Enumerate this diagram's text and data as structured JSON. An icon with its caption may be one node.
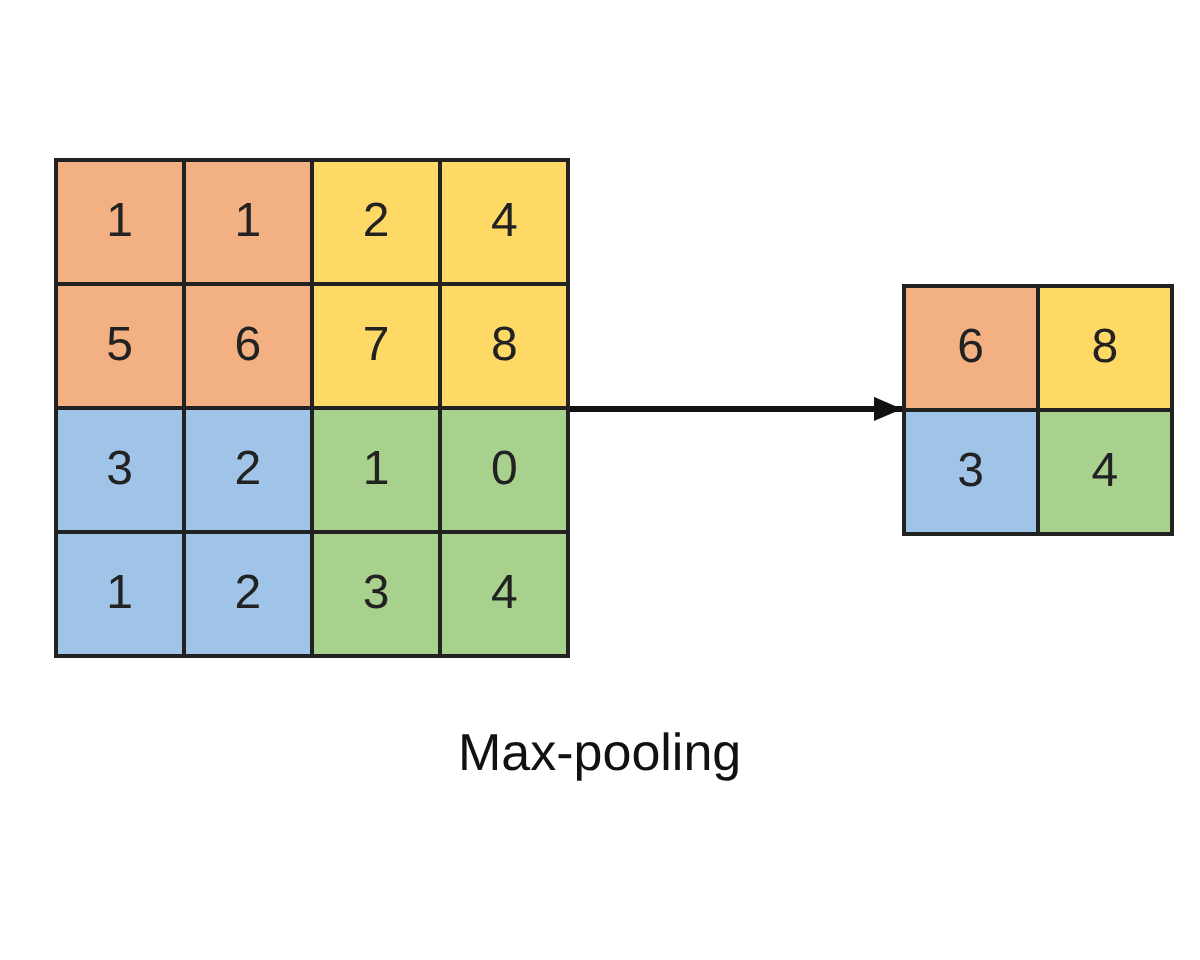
{
  "diagram": {
    "caption": "Max-pooling",
    "nodes": [
      {
        "text": [],
        "shape": "box"
      },
      {
        "text": [
          "1"
        ],
        "in": 0
      },
      {
        "text": [
          "1"
        ],
        "in": 0
      },
      {
        "text": [
          "2"
        ],
        "in": 0
      },
      {
        "text": [
          "4"
        ],
        "in": 0
      },
      {
        "text": [
          "5"
        ],
        "in": 0
      },
      {
        "text": [
          "6"
        ],
        "in": 0
      },
      {
        "text": [
          "7"
        ],
        "in": 0
      },
      {
        "text": [
          "8"
        ],
        "in": 0
      },
      {
        "text": [
          "3"
        ],
        "in": 0
      },
      {
        "text": [
          "2"
        ],
        "in": 0
      },
      {
        "text": [
          "1"
        ],
        "in": 0
      },
      {
        "text": [
          "0"
        ],
        "in": 0
      },
      {
        "text": [
          "1"
        ],
        "in": 0
      },
      {
        "text": [
          "2"
        ],
        "in": 0
      },
      {
        "text": [
          "3"
        ],
        "in": 0
      },
      {
        "text": [
          "4"
        ],
        "in": 0
      },
      {
        "text": [],
        "shape": "box"
      },
      {
        "text": [
          "6"
        ],
        "in": 17
      },
      {
        "text": [
          "8"
        ],
        "in": 17
      },
      {
        "text": [
          "3"
        ],
        "in": 17
      },
      {
        "text": [
          "4"
        ],
        "in": 17
      }
    ],
    "edges": [
      {
        "from": 0,
        "to": 17,
        "arrow": "to"
      }
    ]
  }
}
